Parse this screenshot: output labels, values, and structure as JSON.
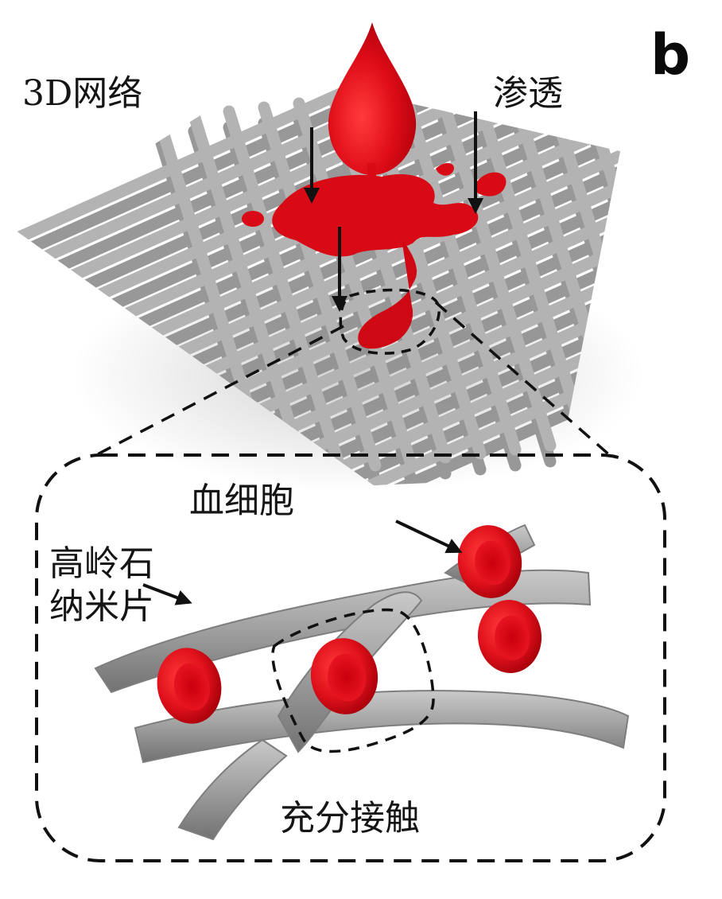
{
  "panel_letter": "b",
  "labels": {
    "network": "3D网络",
    "permeation": "渗透",
    "blood_cells": "血细胞",
    "kaolinite_line1": "高岭石",
    "kaolinite_line2": "纳米片",
    "contact": "充分接触"
  },
  "colors": {
    "blood": "#dc0a16",
    "fiber": "#9b9b9b",
    "background": "#ffffff",
    "arrow": "#111111",
    "dashed_outline": "#111111"
  },
  "icons": [
    "blood-drop-icon",
    "red-blood-cell-icon",
    "nanosheet-fiber-icon"
  ]
}
